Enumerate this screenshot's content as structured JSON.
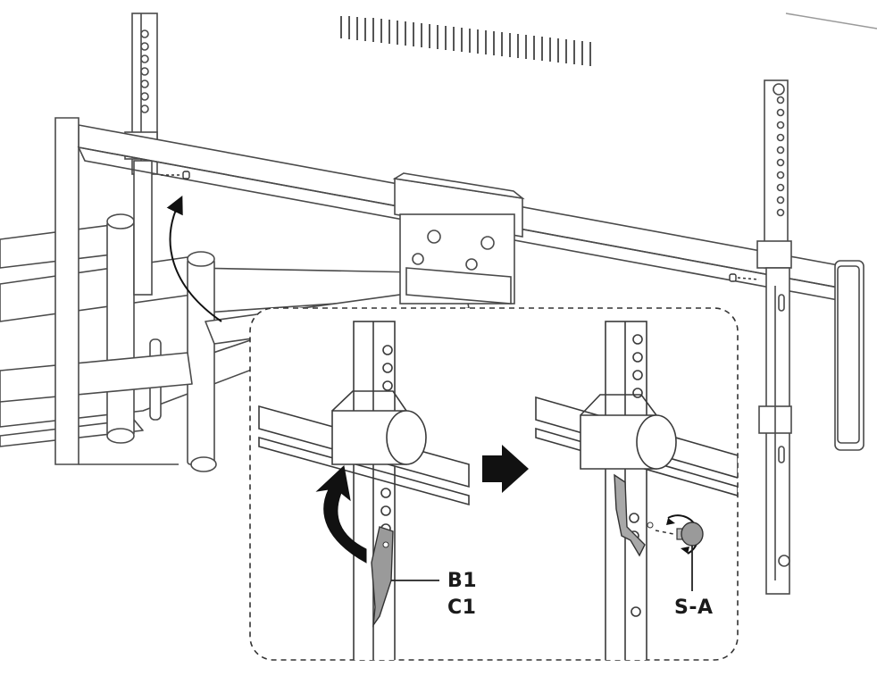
{
  "labels": {
    "part_b1": "B1",
    "part_c1": "C1",
    "screw_sa": "S-A"
  },
  "colors": {
    "line": "#3a3a3a",
    "light_line": "#8a8a8a",
    "part_fill": "#9a9a9a",
    "arrow": "#111111",
    "background": "#ffffff"
  }
}
